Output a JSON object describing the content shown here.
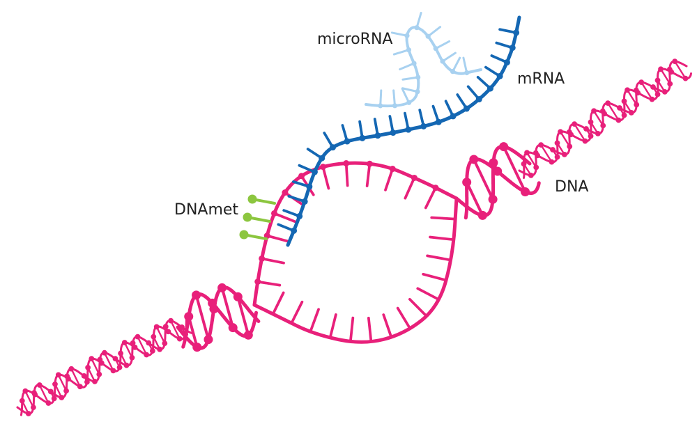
{
  "labels": {
    "microrna": "microRNA",
    "mrna": "mRNA",
    "dna": "DNA",
    "dnamet": "DNAmet"
  },
  "colors": {
    "dna": "#e8207a",
    "mrna": "#1467b3",
    "microrna": "#a8d1f0",
    "methyl": "#8cc63f",
    "text": "#222222"
  }
}
